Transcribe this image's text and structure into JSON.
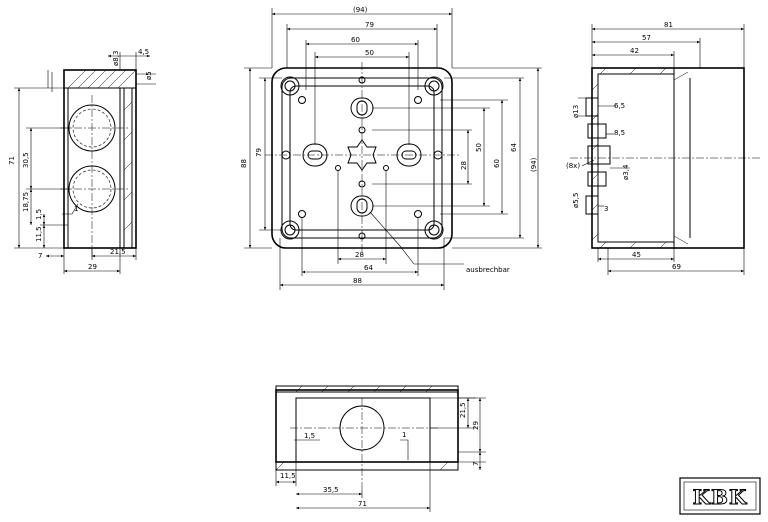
{
  "front": {
    "d94": "(94)",
    "d79": "79",
    "d60": "60",
    "d50": "50",
    "d88": "88",
    "d79v": "79",
    "d28": "28",
    "d50v": "50",
    "d60v": "60",
    "d64v": "64",
    "d94v": "(94)",
    "d28b": "28",
    "d64b": "64",
    "d88b": "88",
    "note": "ausbrechbar"
  },
  "left": {
    "d83": "ø8,3",
    "d45": "4,5",
    "d5": "ø5",
    "d71": "71",
    "d305": "30,5",
    "d1875": "18,75",
    "d15": "1,5",
    "d1": "1",
    "d115": "11,5",
    "d7": "7",
    "d215": "21,5",
    "d29": "29"
  },
  "right": {
    "d81": "81",
    "d57": "57",
    "d42": "42",
    "d13": "ø13",
    "d65": "6,5",
    "d85": "8,5",
    "d8x": "(8x)",
    "d34": "ø3,4",
    "d55": "ø5,5",
    "d3": "3",
    "d45": "45",
    "d69": "69"
  },
  "bottom": {
    "d215": "21,5",
    "d29": "29",
    "d15": "1,5",
    "d1": "1",
    "d7": "7",
    "d115": "11,5",
    "d355": "35,5",
    "d71": "71"
  },
  "logo": {
    "text": "KBK"
  }
}
